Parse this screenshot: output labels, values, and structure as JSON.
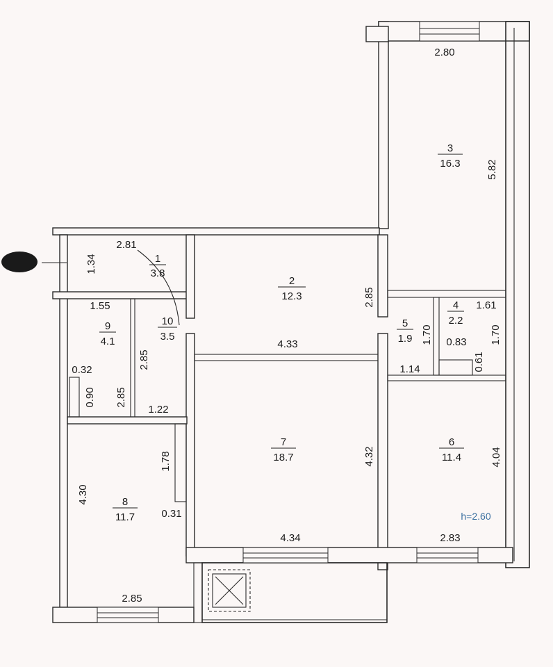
{
  "rooms": [
    {
      "id": "1",
      "area": "3.8"
    },
    {
      "id": "2",
      "area": "12.3"
    },
    {
      "id": "3",
      "area": "16.3"
    },
    {
      "id": "4",
      "area": "2.2"
    },
    {
      "id": "5",
      "area": "1.9"
    },
    {
      "id": "6",
      "area": "11.4"
    },
    {
      "id": "7",
      "area": "18.7"
    },
    {
      "id": "8",
      "area": "11.7"
    },
    {
      "id": "9",
      "area": "4.1"
    },
    {
      "id": "10",
      "area": "3.5"
    }
  ],
  "dimensions": {
    "d_2_80": "2.80",
    "d_5_82": "5.82",
    "d_2_81": "2.81",
    "d_1_34": "1.34",
    "d_1_55": "1.55",
    "d_2_85_room2": "2.85",
    "d_1_61": "1.61",
    "d_1_70_a": "1.70",
    "d_1_70_b": "1.70",
    "d_0_83": "0.83",
    "d_4_33": "4.33",
    "d_2_85_room10": "2.85",
    "d_0_32": "0.32",
    "d_0_90": "0.90",
    "d_2_85_room9": "2.85",
    "d_1_14": "1.14",
    "d_0_61": "0.61",
    "d_1_22": "1.22",
    "d_1_78": "1.78",
    "d_4_32": "4.32",
    "d_4_04": "4.04",
    "d_4_30": "4.30",
    "d_0_31": "0.31",
    "d_4_34": "4.34",
    "d_2_83": "2.83",
    "d_2_85_room8": "2.85"
  },
  "ceiling_height": "h=2.60"
}
